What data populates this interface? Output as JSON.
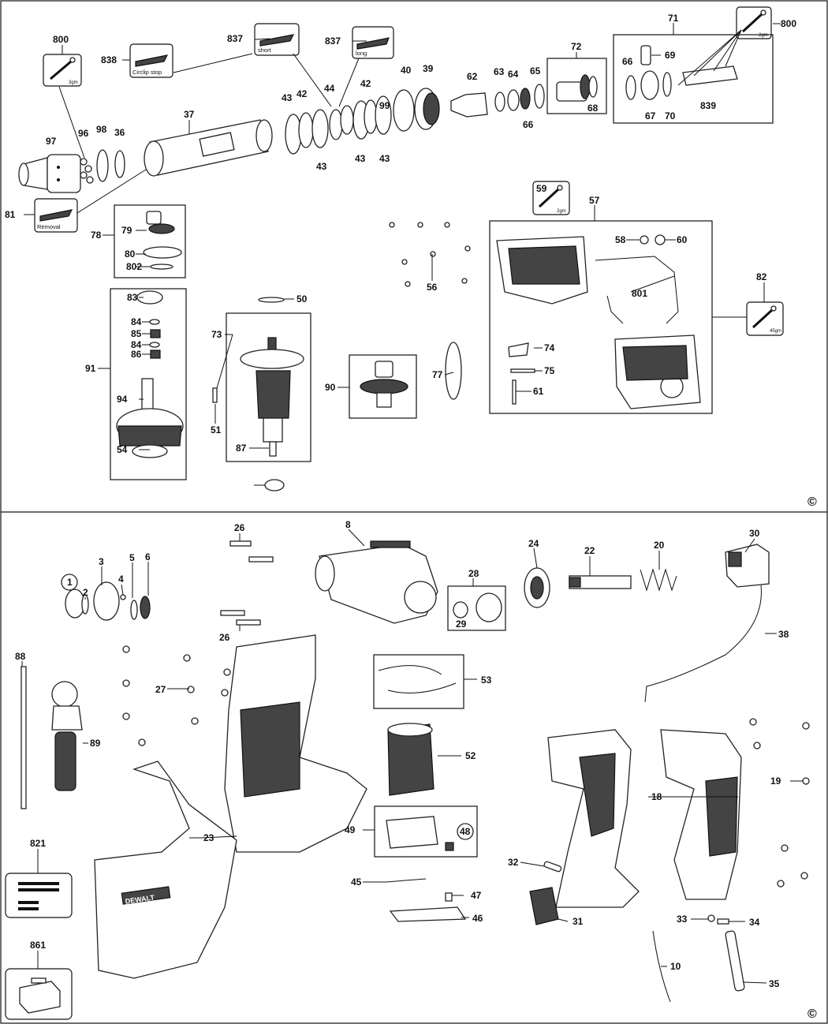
{
  "callouts": {
    "top": [
      "800",
      "837",
      "837",
      "71",
      "800",
      "838",
      "72",
      "69",
      "66",
      "40",
      "39",
      "44",
      "42",
      "62",
      "63",
      "64",
      "65",
      "97",
      "96",
      "98",
      "36",
      "37",
      "43",
      "42",
      "43",
      "43",
      "43",
      "99",
      "66",
      "68",
      "67",
      "70",
      "839",
      "81",
      "78",
      "79",
      "80",
      "802",
      "59",
      "57",
      "58",
      "60",
      "56",
      "801",
      "82",
      "83",
      "84",
      "85",
      "84",
      "86",
      "91",
      "50",
      "73",
      "74",
      "75",
      "61",
      "77",
      "90",
      "94",
      "51",
      "87",
      "54"
    ],
    "bottom": [
      "26",
      "8",
      "24",
      "22",
      "20",
      "30",
      "3",
      "5",
      "6",
      "1",
      "2",
      "4",
      "28",
      "29",
      "26",
      "27",
      "88",
      "53",
      "38",
      "89",
      "52",
      "19",
      "18",
      "23",
      "49",
      "48",
      "821",
      "32",
      "45",
      "47",
      "46",
      "31",
      "33",
      "34",
      "861",
      "10",
      "35"
    ]
  },
  "tags": {
    "short": "short",
    "long": "long",
    "circlip_stop": "Circlip stop",
    "removal": "Removal"
  },
  "grease_notes": {
    "g800a": "3gm",
    "g800b": "2gm",
    "g802": "2gm",
    "g801": "45gm"
  },
  "brand": "DEWALT",
  "copyright": [
    "©",
    "©"
  ]
}
